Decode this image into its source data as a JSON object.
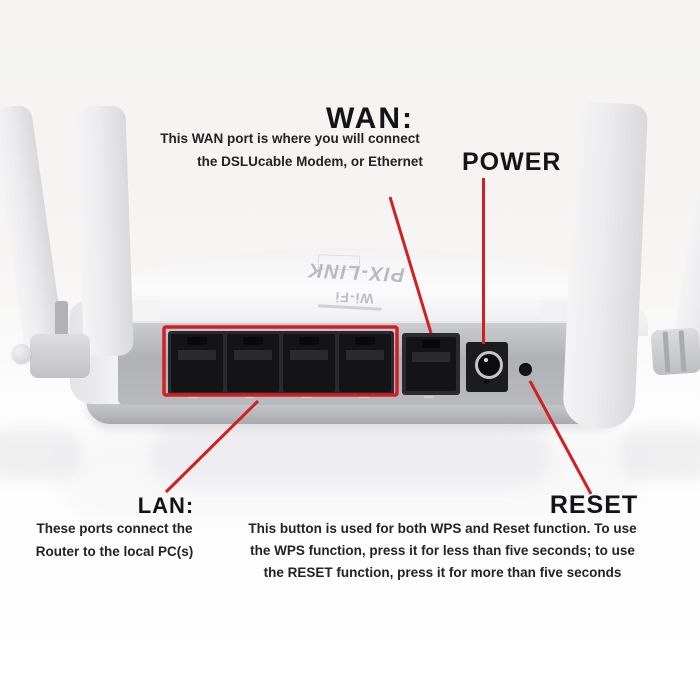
{
  "colors": {
    "annotation_red": "#d21f26",
    "heading_text": "#141416",
    "body_text": "#232325",
    "port_black": "#141417",
    "panel_gray": "#b0b1b5"
  },
  "annotations": {
    "wan": {
      "heading": "WAN:",
      "line1": "This WAN port is where you will connect",
      "line2": "the DSLUcable Modem, or Ethernet"
    },
    "power": {
      "heading": "POWER"
    },
    "lan": {
      "heading": "LAN:",
      "line1": "These ports connect the",
      "line2": "Router to the local PC(s)"
    },
    "reset": {
      "heading": "RESET",
      "line1": "This button is used for both WPS and Reset function. To use",
      "line2": "the WPS function, press it for less than five seconds; to use",
      "line3": "the RESET function, press it for more than five seconds"
    }
  },
  "router": {
    "brand": "PIX-LINK",
    "sub_brand": "Wi-Fi"
  }
}
